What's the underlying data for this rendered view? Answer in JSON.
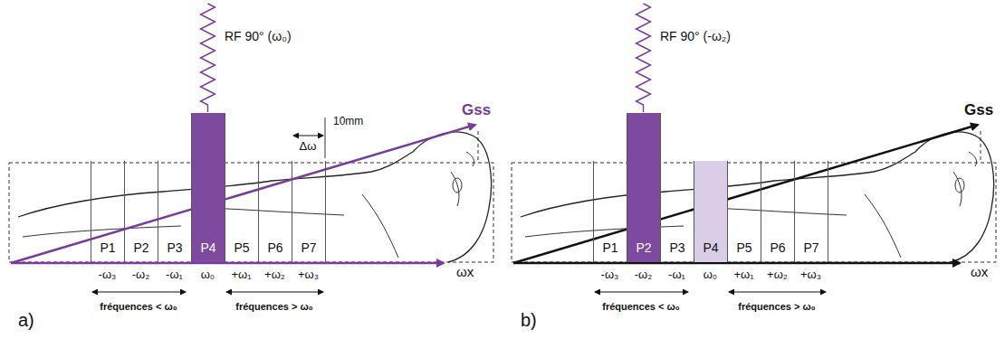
{
  "diagram": {
    "nodes": [
      {
        "text": [
          "P1"
        ]
      },
      {
        "text": [
          "P2"
        ]
      },
      {
        "text": [
          "P3"
        ]
      },
      {
        "text": [
          "P4"
        ]
      },
      {
        "text": [
          "P5"
        ]
      },
      {
        "text": [
          "P6"
        ]
      },
      {
        "text": [
          "P7"
        ]
      },
      {
        "text": [
          "P1"
        ]
      },
      {
        "text": [
          "P2"
        ]
      },
      {
        "text": [
          "P3"
        ]
      },
      {
        "text": [
          "P4"
        ]
      },
      {
        "text": [
          "P5"
        ]
      },
      {
        "text": [
          "P6"
        ]
      },
      {
        "text": [
          "P7"
        ]
      }
    ],
    "labels": [
      "RF 90° (ω₀)",
      "Gss",
      "10mm",
      "Δω",
      "-ω₃",
      "-ω₂",
      "-ω₁",
      "ω₀",
      "+ω₁",
      "+ω₂",
      "+ω₃",
      "fréquences < ω₀",
      "fréquences > ω₀",
      "ωx",
      "a)",
      "RF 90° (-ω₂)",
      "Gss",
      "-ω₃",
      "-ω₂",
      "-ω₁",
      "ω₀",
      "+ω₁",
      "+ω₂",
      "+ω₃",
      "fréquences < ω₀",
      "fréquences > ω₀",
      "ωx",
      "b)"
    ]
  }
}
